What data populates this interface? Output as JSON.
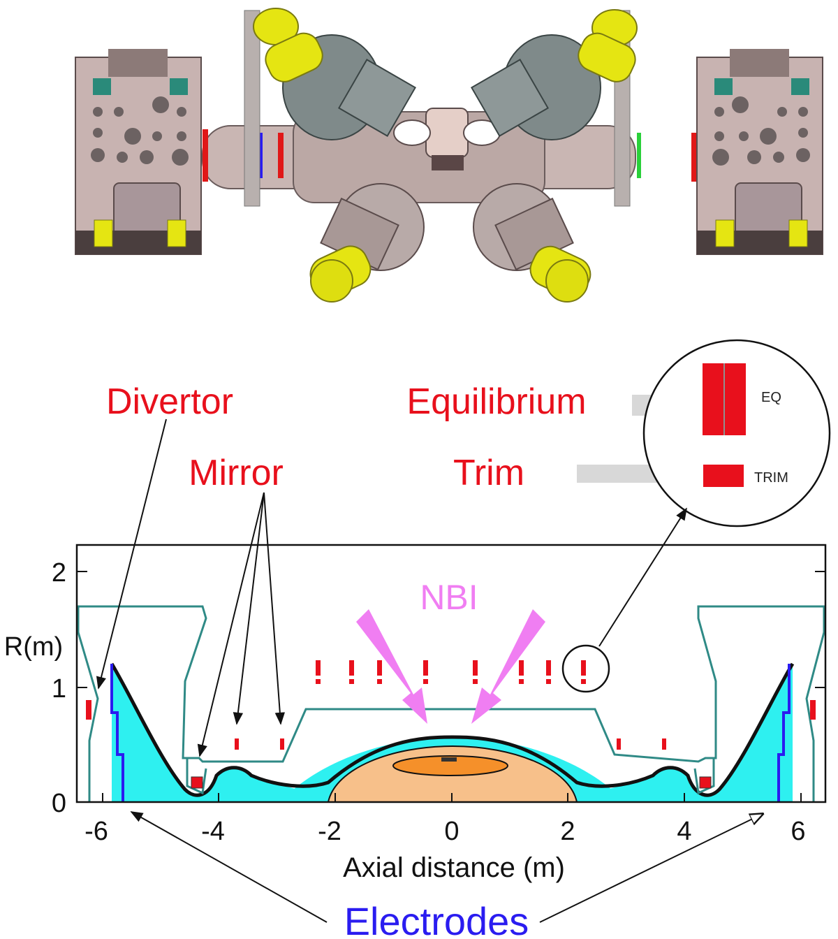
{
  "labels": {
    "divertor": "Divertor",
    "mirror": "Mirror",
    "equilibrium": "Equilibrium",
    "trim": "Trim",
    "nbi": "NBI",
    "electrodes": "Electrodes",
    "eq_inset": "EQ",
    "trim_inset": "TRIM"
  },
  "chart_data": {
    "type": "diagram",
    "xlabel": "Axial distance (m)",
    "ylabel": "R(m)",
    "xlim": [
      -6.5,
      6.5
    ],
    "ylim": [
      0,
      2.2
    ],
    "xticks": [
      "-6",
      "-4",
      "-2",
      "0",
      "2",
      "4",
      "6"
    ],
    "yticks": [
      "0",
      "1",
      "2"
    ]
  },
  "colors": {
    "label_red": "#e8101c",
    "electrode_blue": "#2a1cf0",
    "nbi_pink": "#f07ef2",
    "vessel_teal": "#2f8a86",
    "plasma_cyan": "#2ef0f0",
    "core_peach": "#f7c08a",
    "core_orange": "#f5902a",
    "machine_yellow": "#e5e512",
    "machine_body": "#c8b8b8"
  }
}
